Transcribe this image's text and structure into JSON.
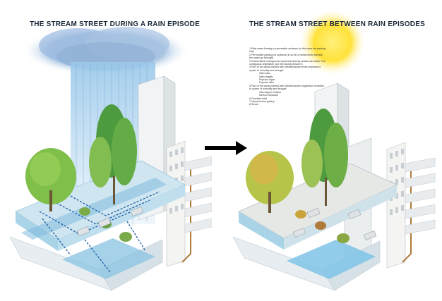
{
  "left_panel": {
    "title": "THE STREAM STREET DURING A RAIN EPISODE"
  },
  "right_panel": {
    "title": "THE STREAM STREET BETWEEN RAIN EPISODES",
    "legend": [
      {
        "text": "1  Rain water flowing to permeable surfaces (in this case the parking lots)",
        "sub": false
      },
      {
        "text": "2  Permeable parking lot surfaces (in so far a metal mesh that lets the water go through)",
        "sub": false
      },
      {
        "text": "3  Gravel-filled underground canal that directly drains rain water. The contiguous vegetation can then slowly absorb it.",
        "sub": false
      },
      {
        "text": "4  Part of the canal planted with Mediterranean trees resistant to cycles of humidity and drought",
        "sub": false
      },
      {
        "text": "Salix alba",
        "sub": true
      },
      {
        "text": "Salix fragilis",
        "sub": true
      },
      {
        "text": "Populus nigra",
        "sub": true
      },
      {
        "text": "Populus alba",
        "sub": true
      },
      {
        "text": "5  Part of the canal planted with Mediterranean vegetation resistant to cycles of humidity and drought",
        "sub": false
      },
      {
        "text": "Vitex Agnus Castus",
        "sub": true
      },
      {
        "text": "Nerium Oleander",
        "sub": true
      },
      {
        "text": "6  Overflow inlet",
        "sub": false
      },
      {
        "text": "7  Infrastructure gallery",
        "sub": false
      },
      {
        "text": "8  Sewer",
        "sub": false
      }
    ]
  },
  "arrow": {
    "icon": "right-arrow-icon"
  },
  "colors": {
    "water": "#7fb9dc",
    "rain": "#8fc3e6",
    "sun": "#ffe23a",
    "tree": "#5aa33a",
    "tree_autumn": "#c9a43a",
    "pipe": "#b07a3a",
    "arrow": "#000000"
  }
}
